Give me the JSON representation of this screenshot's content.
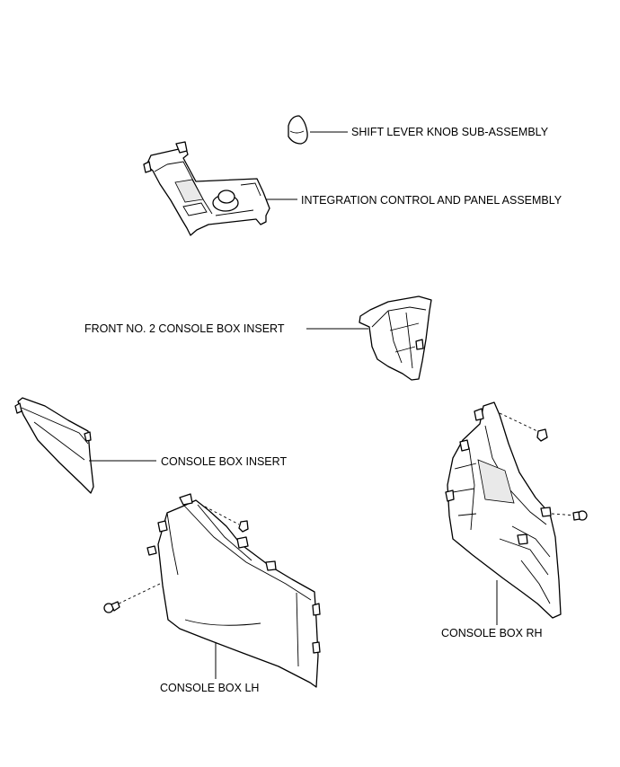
{
  "labels": {
    "shift_knob": "SHIFT LEVER KNOB SUB-ASSEMBLY",
    "integration_panel": "INTEGRATION CONTROL AND PANEL ASSEMBLY",
    "front_insert": "FRONT NO. 2 CONSOLE BOX INSERT",
    "box_insert": "CONSOLE BOX INSERT",
    "box_lh": "CONSOLE BOX LH",
    "box_rh": "CONSOLE BOX RH"
  },
  "colors": {
    "line": "#000000",
    "background": "#ffffff"
  }
}
